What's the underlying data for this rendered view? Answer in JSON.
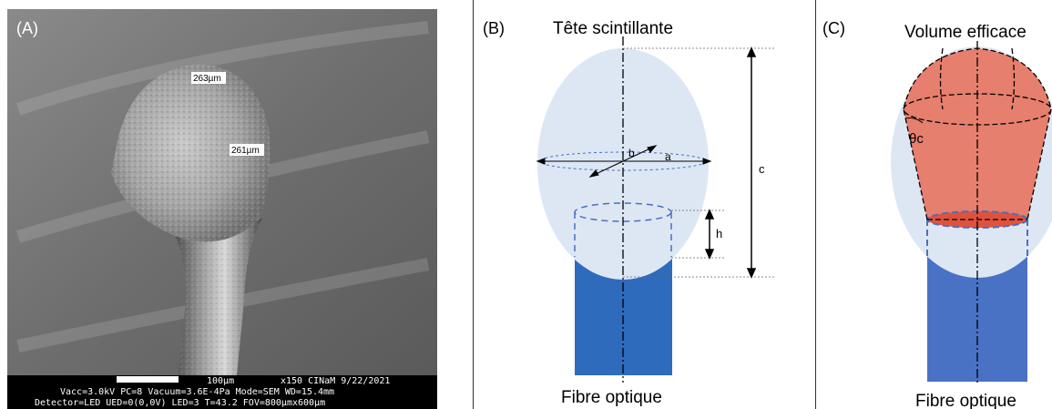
{
  "panel_a": {
    "label": "(A)",
    "measure_top": "263µm",
    "measure_mid": "261µm",
    "scale_label": "100µm",
    "sem_line1": "x150   CINaM  9/22/2021",
    "sem_line2": "Vacc=3.0kV  PC=8   Vacuum=3.6E-4Pa     Mode=SEM WD=15.4mm",
    "sem_line3": "Detector=LED      UED=0(0,0V)  LED=3 T=43.2   FOV=800µmx600µm"
  },
  "panel_b": {
    "label": "(B)",
    "title": "Tête scintillante",
    "label_a": "a",
    "label_b": "b",
    "label_c": "c",
    "label_h": "h",
    "bottom": "Fibre optique"
  },
  "panel_c": {
    "label": "(C)",
    "title": "Volume efficace",
    "angle": "θc",
    "bottom": "Fibre optique"
  },
  "colors": {
    "ellipse": "#dde7f4",
    "fiber_b": "#2f6bbd",
    "fiber_c": "#4a72c4",
    "cone": "#e67f6d",
    "cone_base": "#e0523c",
    "dash_blue": "#4a6fc0"
  }
}
